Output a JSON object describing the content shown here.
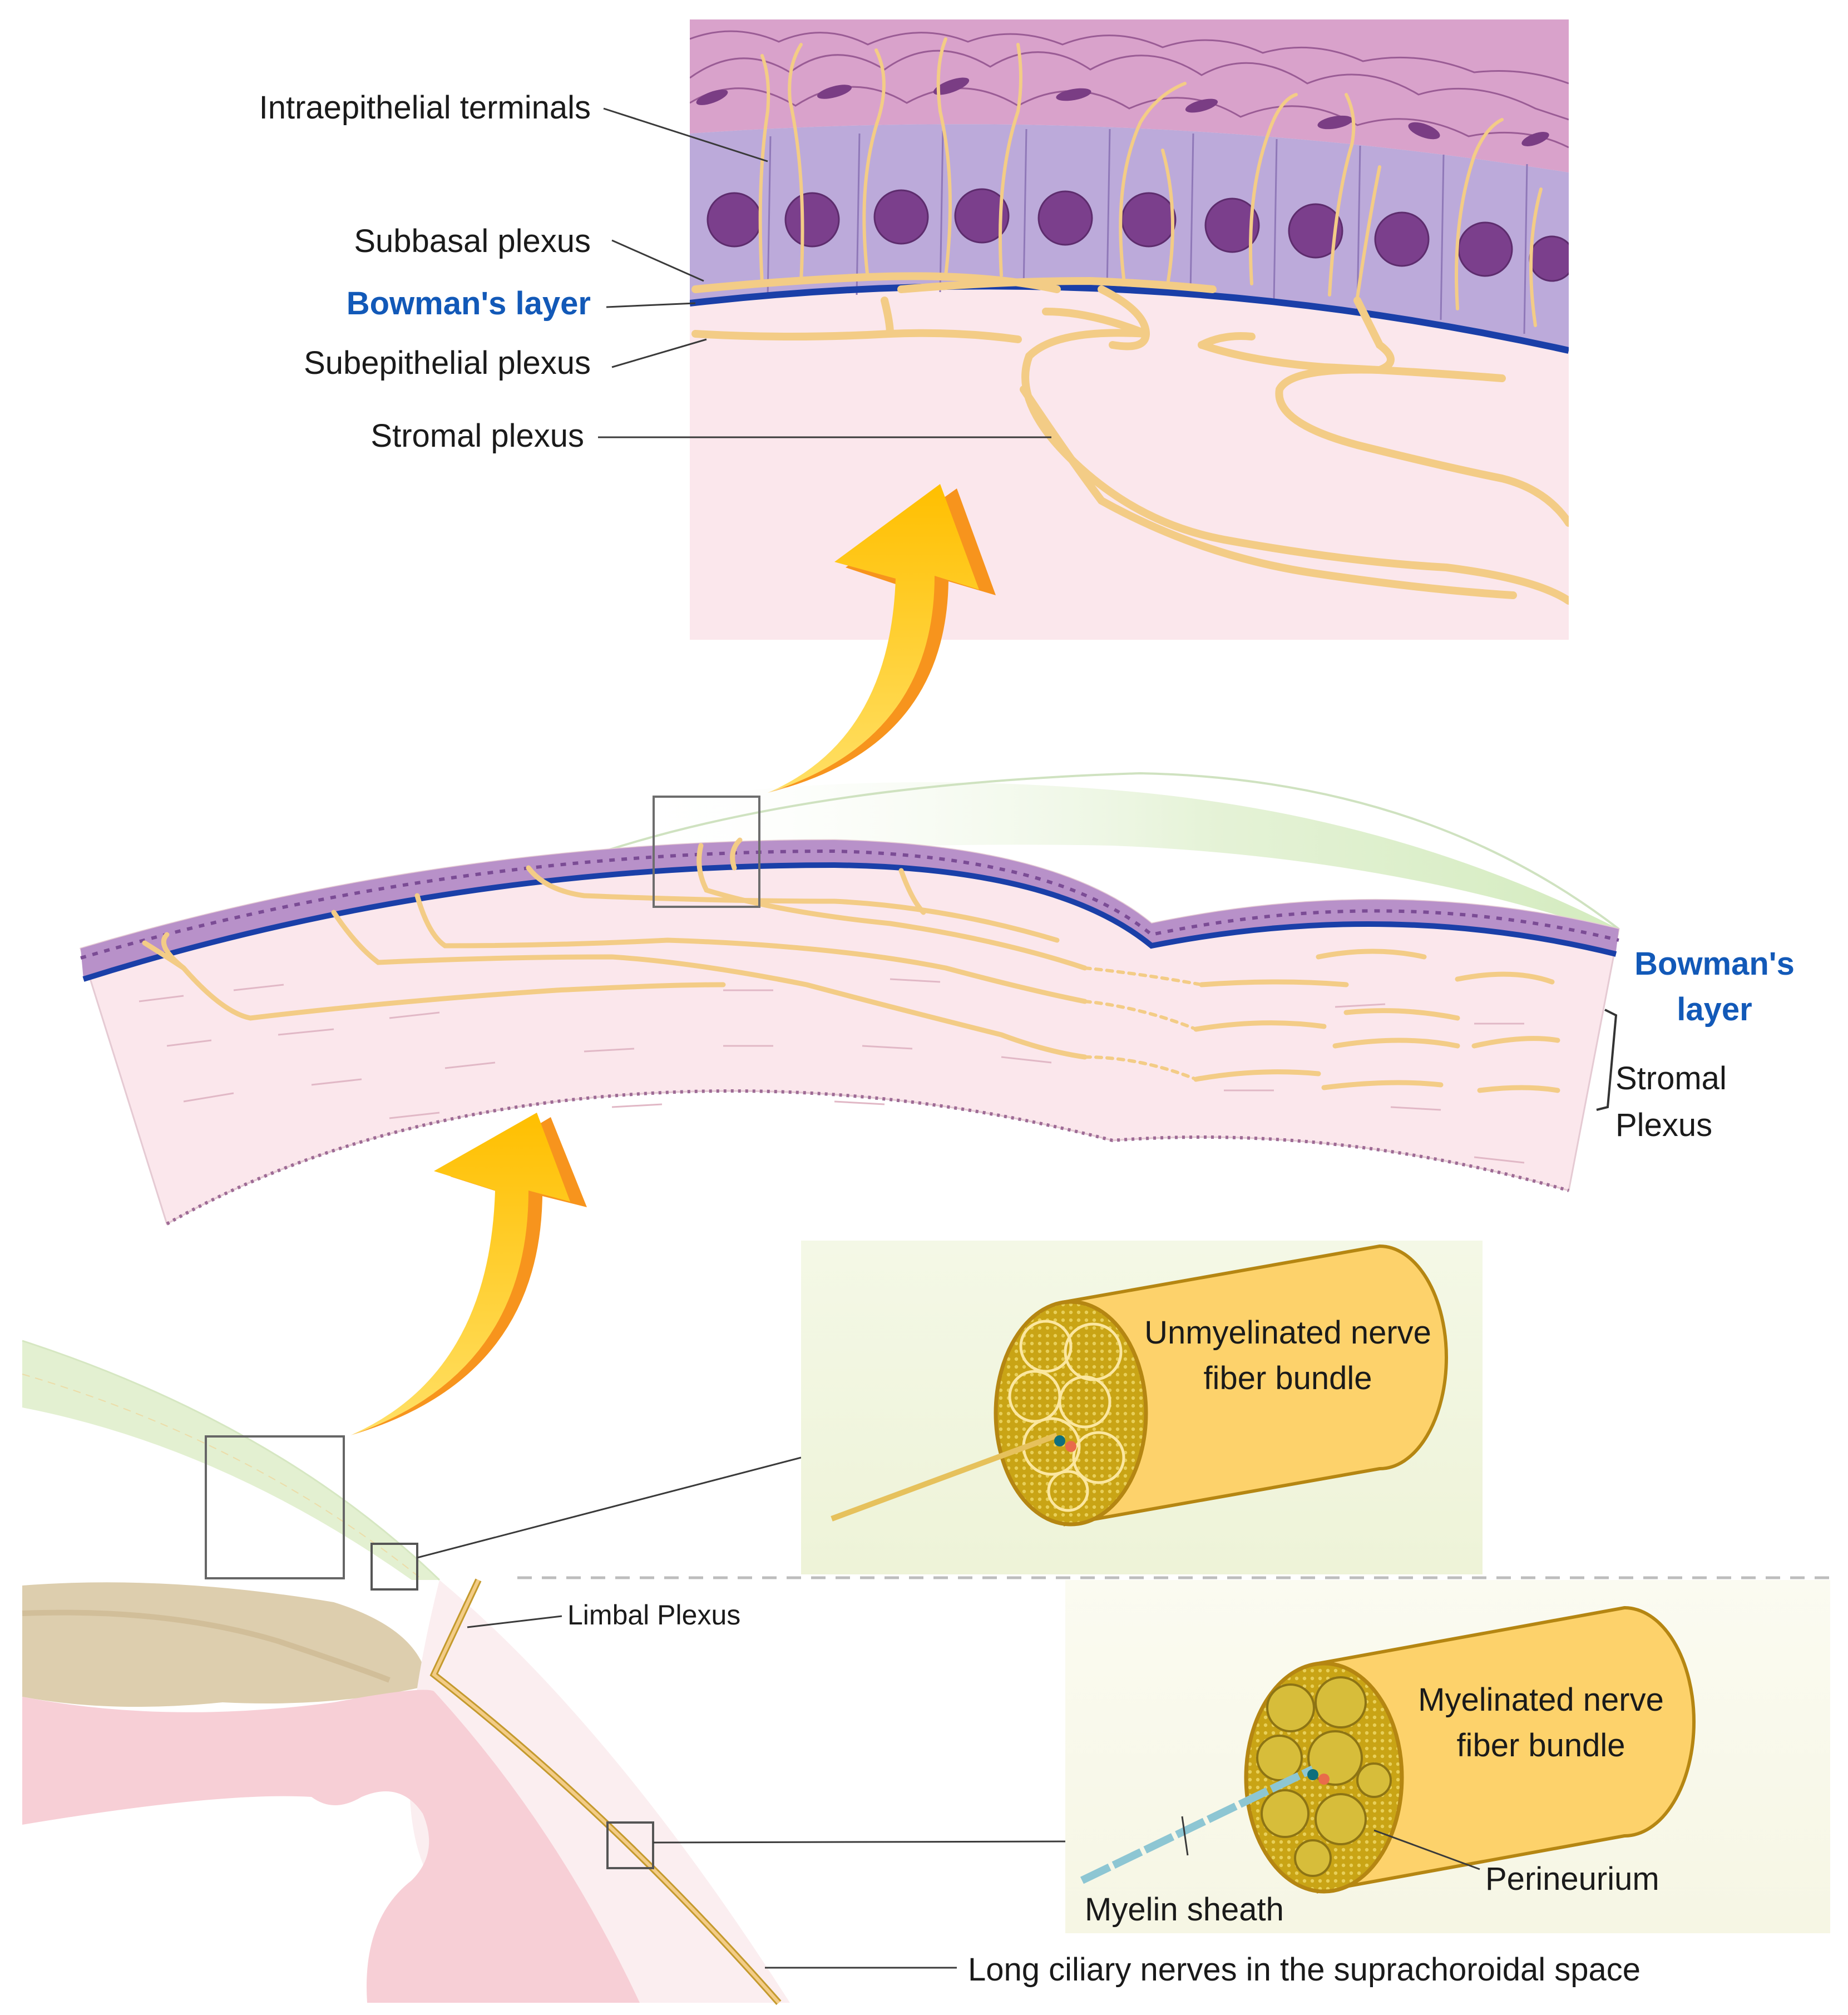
{
  "colors": {
    "epithelium_top": "#d9a0c9",
    "epithelium_basal": "#b9a8d8",
    "nucleus": "#7a4089",
    "stroma": "#fbe8ec",
    "bowman": "#1a3fa8",
    "nerve": "#f3cc86",
    "arrow": "#ffc20e",
    "arrow_side": "#f7941d",
    "sclera_green": "#e3f1d3",
    "bundle": "#fdd26b",
    "label_blue": "#1259b8"
  },
  "top_panel": {
    "labels": {
      "intraepithelial": "Intraepithelial terminals",
      "subbasal": "Subbasal plexus",
      "bowman": "Bowman's layer",
      "subepithelial": "Subepithelial plexus",
      "stromal": "Stromal plexus"
    }
  },
  "middle_panel": {
    "bowman_line1": "Bowman's",
    "bowman_line2": "layer",
    "stromal_line1": "Stromal",
    "stromal_line2": "Plexus"
  },
  "bottom_panel": {
    "limbal": "Limbal Plexus",
    "unmyelinated_line1": "Unmyelinated nerve",
    "unmyelinated_line2": "fiber bundle",
    "myelinated_line1": "Myelinated nerve",
    "myelinated_line2": "fiber bundle",
    "perineurium": "Perineurium",
    "myelin_sheath": "Myelin sheath",
    "long_ciliary": "Long ciliary nerves in the suprachoroidal space"
  }
}
